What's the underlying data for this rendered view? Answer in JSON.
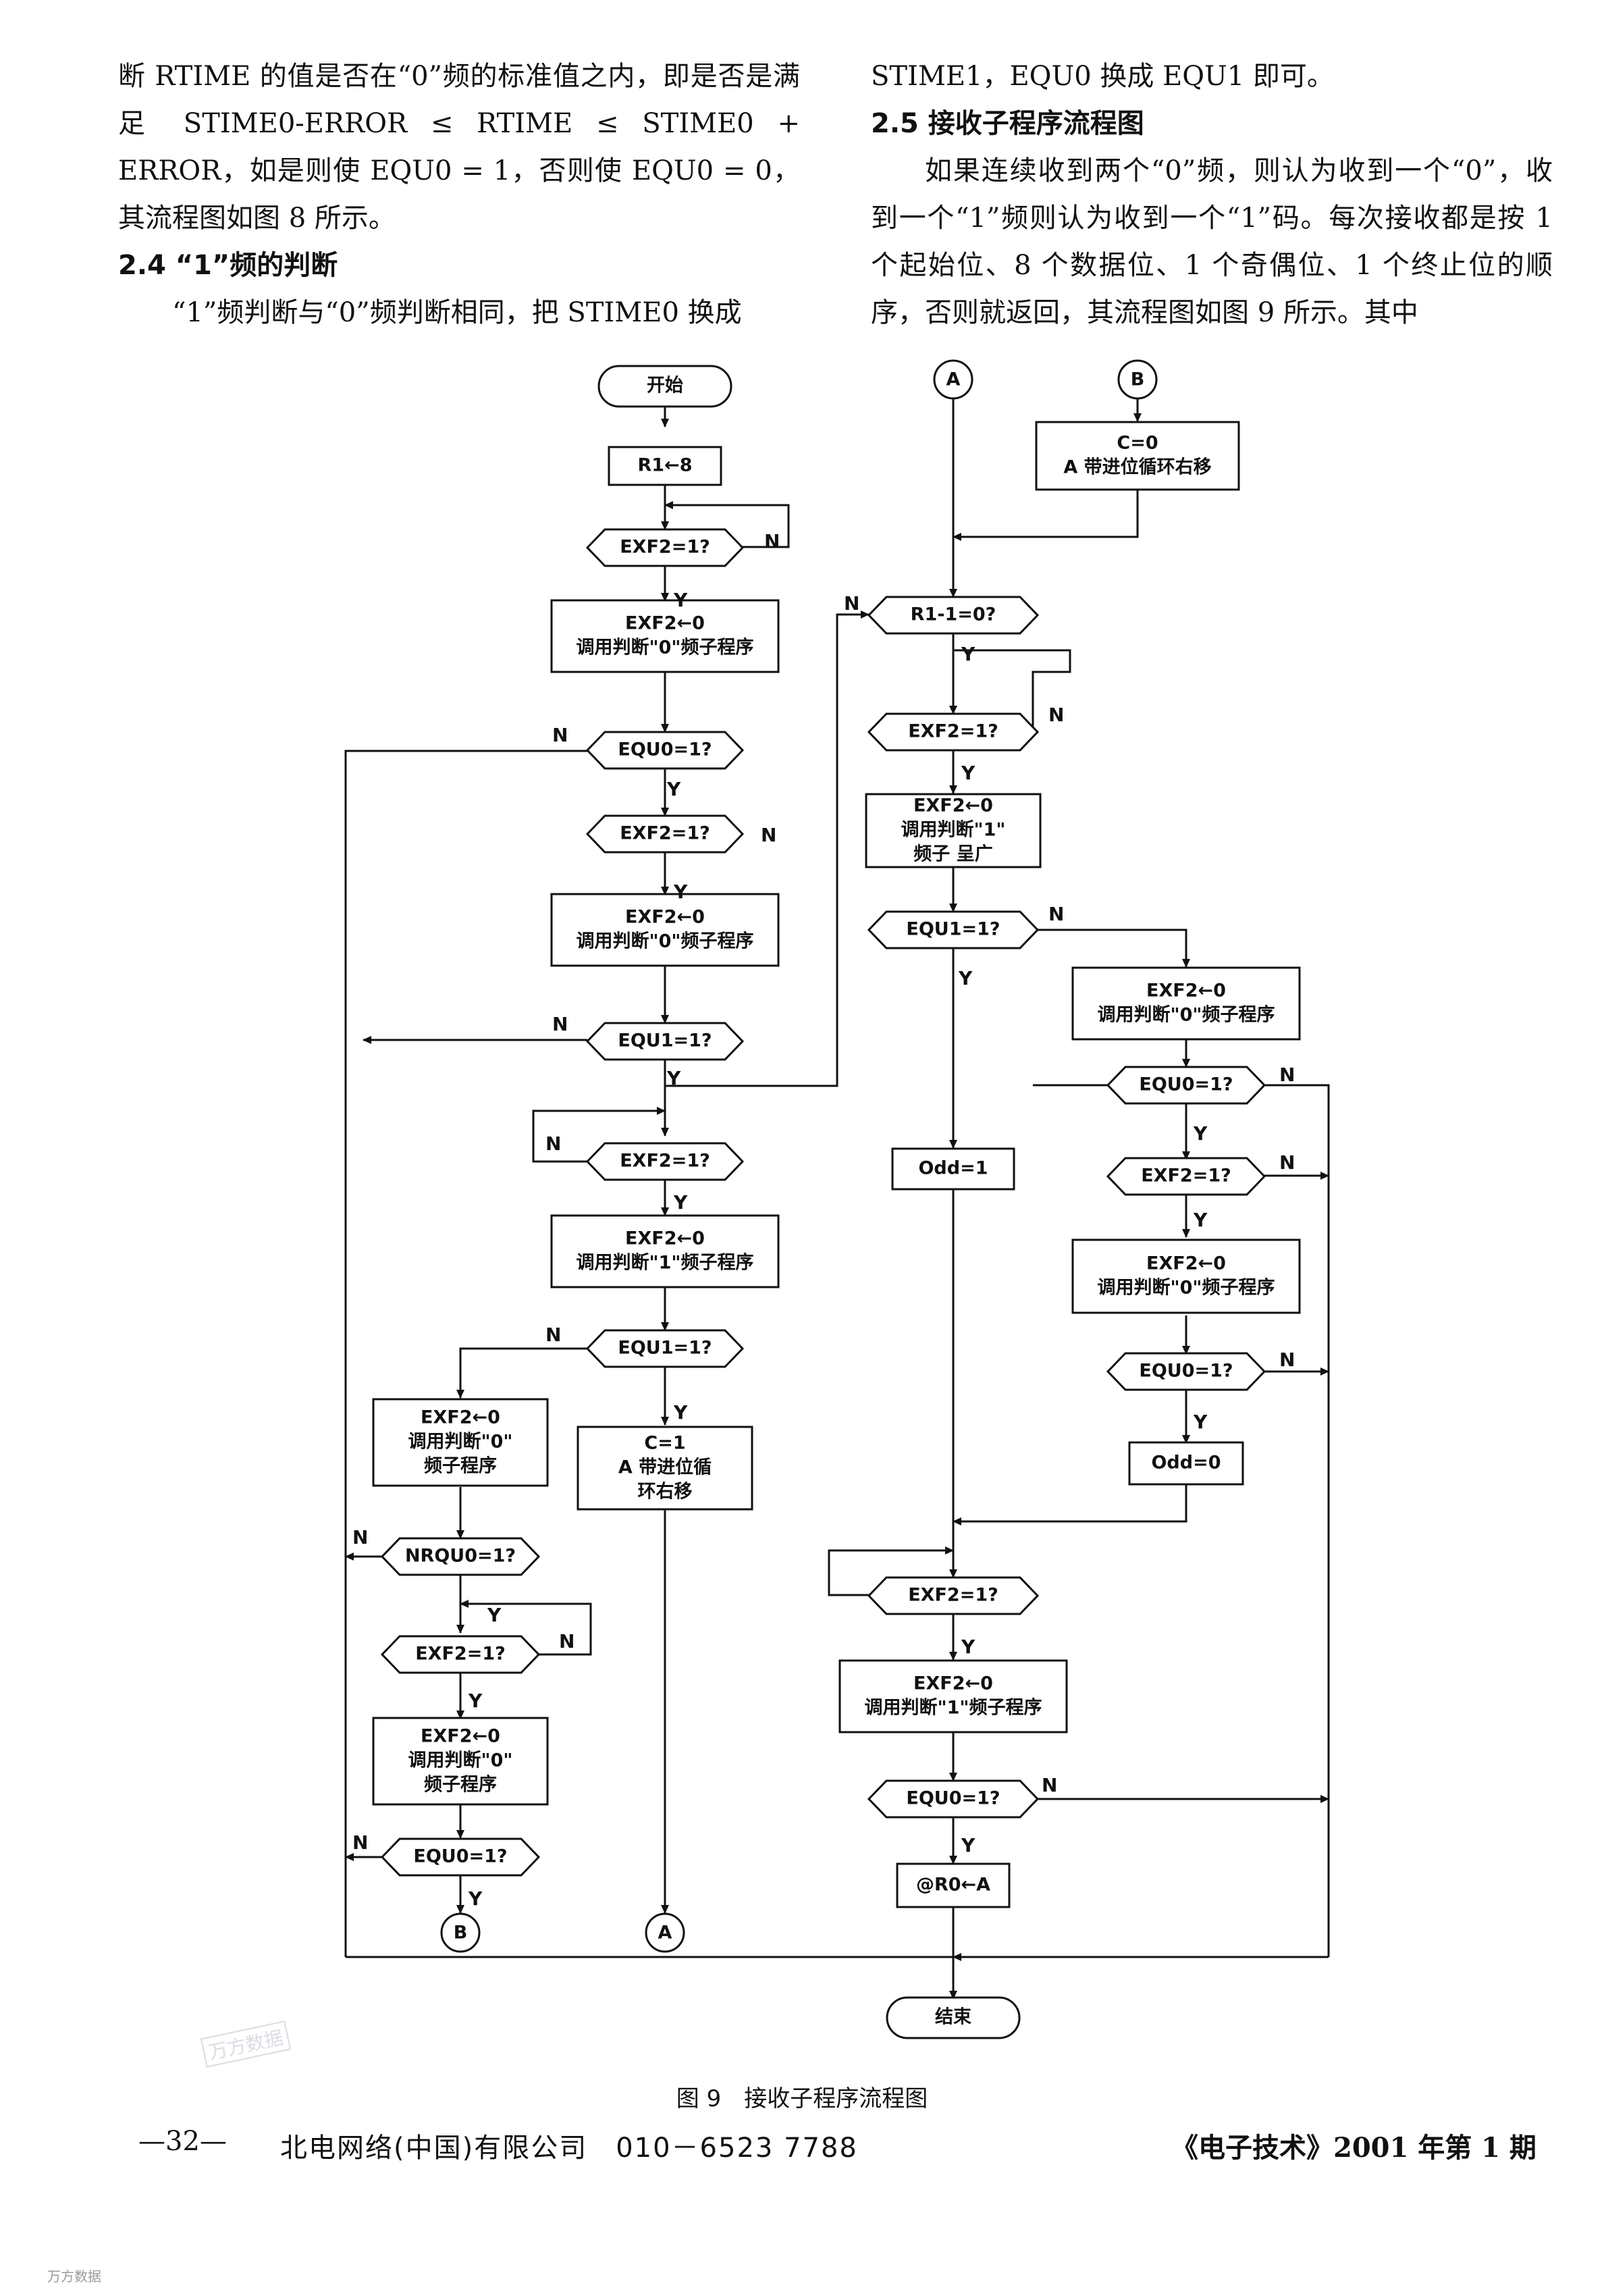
{
  "text": {
    "left": {
      "p1": "断 RTIME 的值是否在“0”频的标准值之内，即是否是满足 STIME0-ERROR ≤ RTIME ≤ STIME0 + ERROR，如是则使 EQU0 = 1，否则使 EQU0 = 0，其流程图如图 8 所示。",
      "h1": "2.4 “1”频的判断",
      "p2": "“1”频判断与“0”频判断相同，把 STIME0 换成"
    },
    "right": {
      "p1": "STIME1，EQU0 换成 EQU1 即可。",
      "h1": "2.5 接收子程序流程图",
      "p2": "如果连续收到两个“0”频，则认为收到一个“0”，收到一个“1”频则认为收到一个“1”码。每次接收都是按 1 个起始位、8 个数据位、1 个奇偶位、1 个终止位的顺序，否则就返回，其流程图如图 9 所示。其中"
    }
  },
  "figure": {
    "caption": "图 9　接收子程序流程图",
    "nodes": {
      "start": "开始",
      "r1_8": "R1←8",
      "d_exf2_a": "EXF2=1?",
      "p_call0_a_1": "EXF2←0",
      "p_call0_a_2": "调用判断\"0\"频子程序",
      "d_equ0_a": "EQU0=1?",
      "d_exf2_b": "EXF2=1?",
      "p_call0_b_1": "EXF2←0",
      "p_call0_b_2": "调用判断\"0\"频子程序",
      "d_equ1_a": "EQU1=1?",
      "d_exf2_c": "EXF2=1?",
      "p_call1_a_1": "EXF2←0",
      "p_call1_a_2": "调用判断\"1\"频子程序",
      "d_equ1_b": "EQU1=1?",
      "p_c1_1": "C=1",
      "p_c1_2": "A 带进位循",
      "p_c1_3": "环右移",
      "p_call0_c_1": "EXF2←0",
      "p_call0_c_2": "调用判断\"0\"",
      "p_call0_c_3": "频子程序",
      "d_nrqu0": "NRQU0=1?",
      "d_exf2_d": "EXF2=1?",
      "p_call0_d_1": "EXF2←0",
      "p_call0_d_2": "调用判断\"0\"",
      "p_call0_d_3": "频子程序",
      "d_equ0_b": "EQU0=1?",
      "conn_b": "B",
      "conn_a": "A",
      "p_c0_1": "C=0",
      "p_c0_2": "A 带进位循环右移",
      "d_r1": "R1-1=0?",
      "d_exf2_e": "EXF2=1?",
      "p_call1_b_1": "EXF2←0",
      "p_call1_b_2": "调用判断\"1\"",
      "p_call1_b_3": "频子 呈广",
      "d_equ1_c": "EQU1=1?",
      "p_odd1": "Odd=1",
      "p_call0_e_1": "EXF2←0",
      "p_call0_e_2": "调用判断\"0\"频子程序",
      "d_equ0_c": "EQU0=1?",
      "d_exf2_f": "EXF2=1?",
      "p_call0_f_1": "EXF2←0",
      "p_call0_f_2": "调用判断\"0\"频子程序",
      "d_equ0_d": "EQU0=1?",
      "p_odd0": "Odd=0",
      "d_exf2_g": "EXF2=1?",
      "p_call1_c_1": "EXF2←0",
      "p_call1_c_2": "调用判断\"1\"频子程序",
      "d_equ0_e": "EQU0=1?",
      "p_store": "@R0←A",
      "end": "结束"
    },
    "labels": {
      "yes": "Y",
      "no": "N"
    }
  },
  "footer": {
    "page": "—32—",
    "ad": "北电网络(中国)有限公司　010－6523 7788",
    "journal": "《电子技术》2001 年第 1 期"
  },
  "watermark": {
    "stamp": "万方数据",
    "corner": "万方数据"
  }
}
